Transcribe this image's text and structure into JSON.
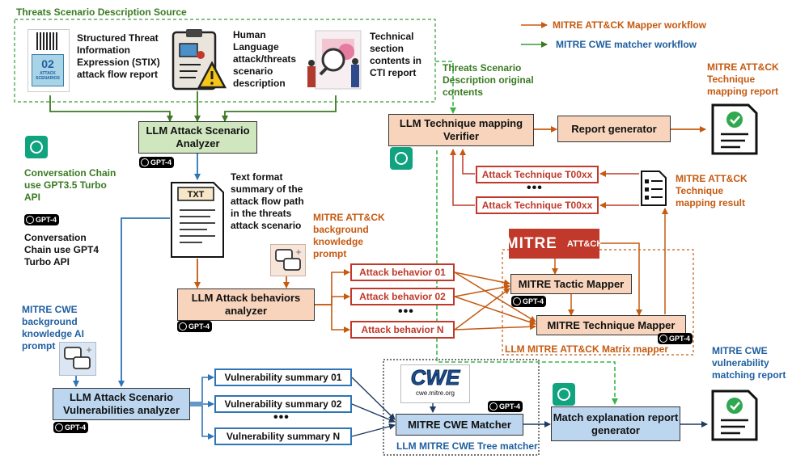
{
  "labels": {
    "source_title": "Threats Scenario Description Source",
    "stix": "Structured Threat Information Expression (STIX) attack flow report",
    "stix_icon_num": "02",
    "stix_icon_text": "ATTACK SCENARIOS",
    "human": "Human Language attack/threats scenario description",
    "cti": "Technical section contents in CTI report",
    "legend_orange": "MITRE ATT&CK Mapper workflow",
    "legend_green": "MITRE CWE matcher workflow",
    "original_contents": "Threats Scenario Description original contents",
    "att_report": "MITRE ATT&CK Technique mapping report",
    "att_result": "MITRE ATT&CK Technique mapping result",
    "conv35": "Conversation Chain use GPT3.5 Turbo API",
    "conv4": "Conversation Chain use GPT4 Turbo API",
    "txt_summary": "Text format summary of the attack flow path in the threats attack scenario",
    "txt_icon": "TXT",
    "att_prompt": "MITRE ATT&CK background knowledge prompt",
    "cwe_prompt": "MITRE CWE background knowledge AI prompt",
    "matrix_mapper": "LLM MITRE ATT&CK Matrix mapper",
    "cwe_tree": "LLM MITRE CWE Tree matcher",
    "cwe_report": "MITRE CWE vulnerability matching report",
    "mitre_logo": "MITRE",
    "mitre_logo_att": "ATT&CK",
    "cwe_logo": "CWE",
    "cwe_url": "cwe.mitre.org",
    "gpt4": "GPT-4",
    "dots": "•••"
  },
  "nodes": {
    "analyzer": "LLM Attack Scenario Analyzer",
    "verifier": "LLM Technique mapping Verifier",
    "report_gen": "Report generator",
    "tech1": "Attack Technique T00xx",
    "tech2": "Attack Technique T00xx",
    "behaviors_analyzer": "LLM Attack behaviors analyzer",
    "beh1": "Attack behavior 01",
    "beh2": "Attack behavior 02",
    "behN": "Attack behavior N",
    "tactic": "MITRE Tactic Mapper",
    "technique": "MITRE Technique Mapper",
    "vuln_analyzer": "LLM Attack Scenario Vulnerabilities analyzer",
    "vuln1": "Vulnerability summary 01",
    "vuln2": "Vulnerability summary 02",
    "vulnN": "Vulnerability summary N",
    "cwe_matcher": "MITRE CWE Matcher",
    "explain": "Match explanation report generator"
  },
  "colors": {
    "orange": "#c55a11",
    "green": "#3a9a3a",
    "blue": "#2e75b6",
    "red": "#c0392b"
  }
}
